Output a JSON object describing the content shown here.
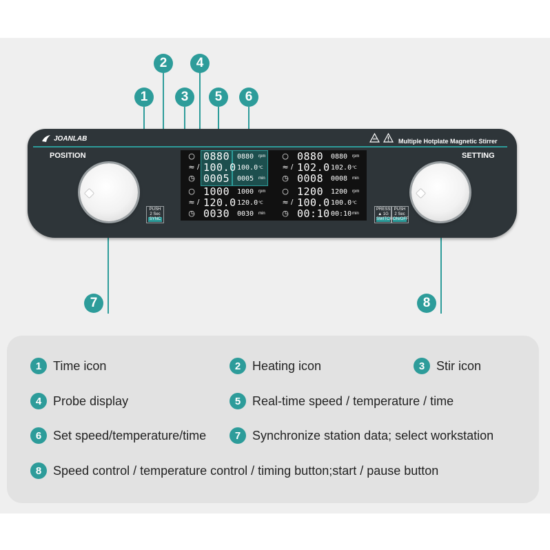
{
  "callouts": [
    "1",
    "2",
    "3",
    "4",
    "5",
    "6",
    "7",
    "8"
  ],
  "device": {
    "brand": "JOANLAB",
    "product": "Multiple Hotplate Magnetic Stirrer",
    "position_label": "POSITION",
    "setting_label": "SETTING",
    "left_tag": {
      "line1": "PUSH",
      "line2": "2 Sec",
      "line3": "SYNC"
    },
    "right_tags": [
      {
        "line1": "PRESS",
        "line2": "▲ 1G",
        "line3": "SWITCH"
      },
      {
        "line1": "PUSH",
        "line2": "2 Sec",
        "line3": "ON/OFF"
      }
    ],
    "units": {
      "speed": "rpm",
      "temp": "℃",
      "time": "min"
    },
    "stations": [
      {
        "speed": "0880",
        "speed_set": "0880",
        "temp": "100.0",
        "temp_set": "100.0",
        "time": "0005",
        "time_set": "0005"
      },
      {
        "speed": "0880",
        "speed_set": "0880",
        "temp": "102.0",
        "temp_set": "102.0",
        "time": "0008",
        "time_set": "0008"
      },
      {
        "speed": "1000",
        "speed_set": "1000",
        "temp": "120.0",
        "temp_set": "120.0",
        "time": "0030",
        "time_set": "0030"
      },
      {
        "speed": "1200",
        "speed_set": "1200",
        "temp": "100.0",
        "temp_set": "100.0",
        "time": "00:10",
        "time_set": "00:10"
      }
    ],
    "icons": {
      "stir": "stir-icon",
      "heat": "heating-icon",
      "time": "time-icon"
    }
  },
  "legend": [
    {
      "num": "1",
      "text": "Time icon"
    },
    {
      "num": "2",
      "text": "Heating icon"
    },
    {
      "num": "3",
      "text": "Stir icon"
    },
    {
      "num": "4",
      "text": "Probe display"
    },
    {
      "num": "5",
      "text": "Real-time speed / temperature / time"
    },
    {
      "num": "6",
      "text": "Set speed/temperature/time"
    },
    {
      "num": "7",
      "text": "Synchronize station data; select workstation"
    },
    {
      "num": "8",
      "text": "Speed control / temperature control / timing button;start / pause button"
    }
  ],
  "colors": {
    "accent": "#2d9c9a",
    "panel": "#2e3539",
    "legend_bg": "#e2e2e2"
  }
}
